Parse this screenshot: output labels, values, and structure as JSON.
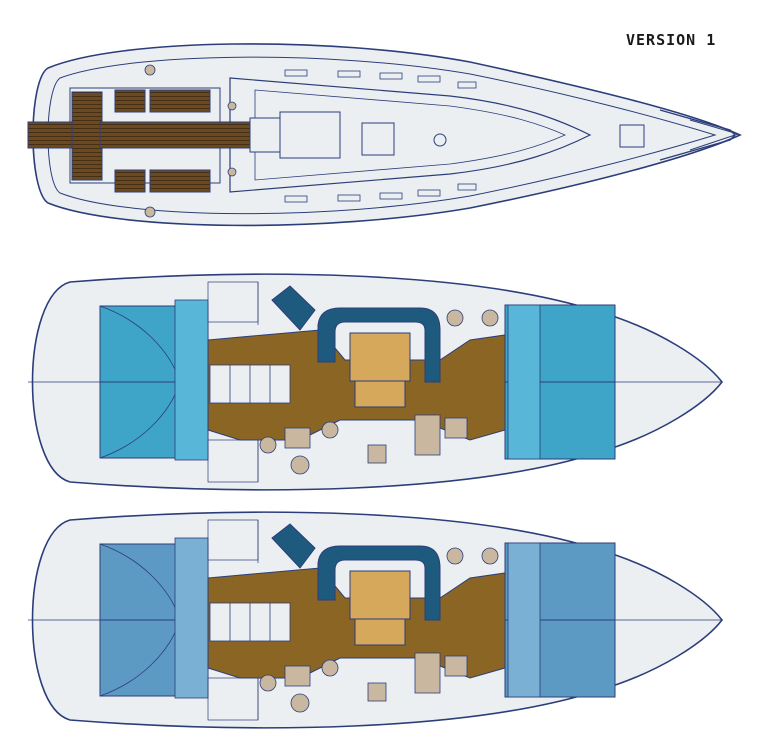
{
  "version_label": "VERSION 1",
  "colors": {
    "hull_fill": "#eceff2",
    "outline": "#2c3e7a",
    "teak": "#6b4a22",
    "teak_line": "#3a2810",
    "cabin_floor": "#8a6524",
    "saloon_table": "#d6a85c",
    "settee": "#1e5a7e",
    "cabin_blue_v1": "#3ea4c8",
    "cabin_blue_v2": "#5d9ac3",
    "fitting": "#c9b89f"
  },
  "drawings": [
    {
      "name": "deck-plan",
      "description_visible": false
    },
    {
      "name": "interior-layout-1",
      "cabin_color": "cabin_blue_v1"
    },
    {
      "name": "interior-layout-2",
      "cabin_color": "cabin_blue_v2"
    }
  ]
}
